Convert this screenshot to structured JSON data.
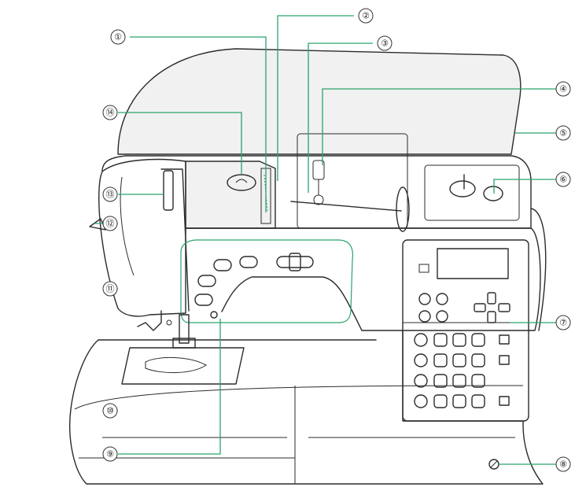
{
  "callouts": [
    {
      "id": "1",
      "label": "①"
    },
    {
      "id": "2",
      "label": "②"
    },
    {
      "id": "3",
      "label": "③"
    },
    {
      "id": "4",
      "label": "④"
    },
    {
      "id": "5",
      "label": "⑤"
    },
    {
      "id": "6",
      "label": "⑥"
    },
    {
      "id": "7",
      "label": "⑦"
    },
    {
      "id": "8",
      "label": "⑧"
    },
    {
      "id": "9",
      "label": "⑨"
    },
    {
      "id": "10",
      "label": "⑩"
    },
    {
      "id": "11",
      "label": "⑪"
    },
    {
      "id": "12",
      "label": "⑫"
    },
    {
      "id": "13",
      "label": "⑬"
    },
    {
      "id": "14",
      "label": "⑭"
    }
  ],
  "colors": {
    "leader": "#2aa36b",
    "outline": "#2b2b2b",
    "background": "#ffffff"
  }
}
